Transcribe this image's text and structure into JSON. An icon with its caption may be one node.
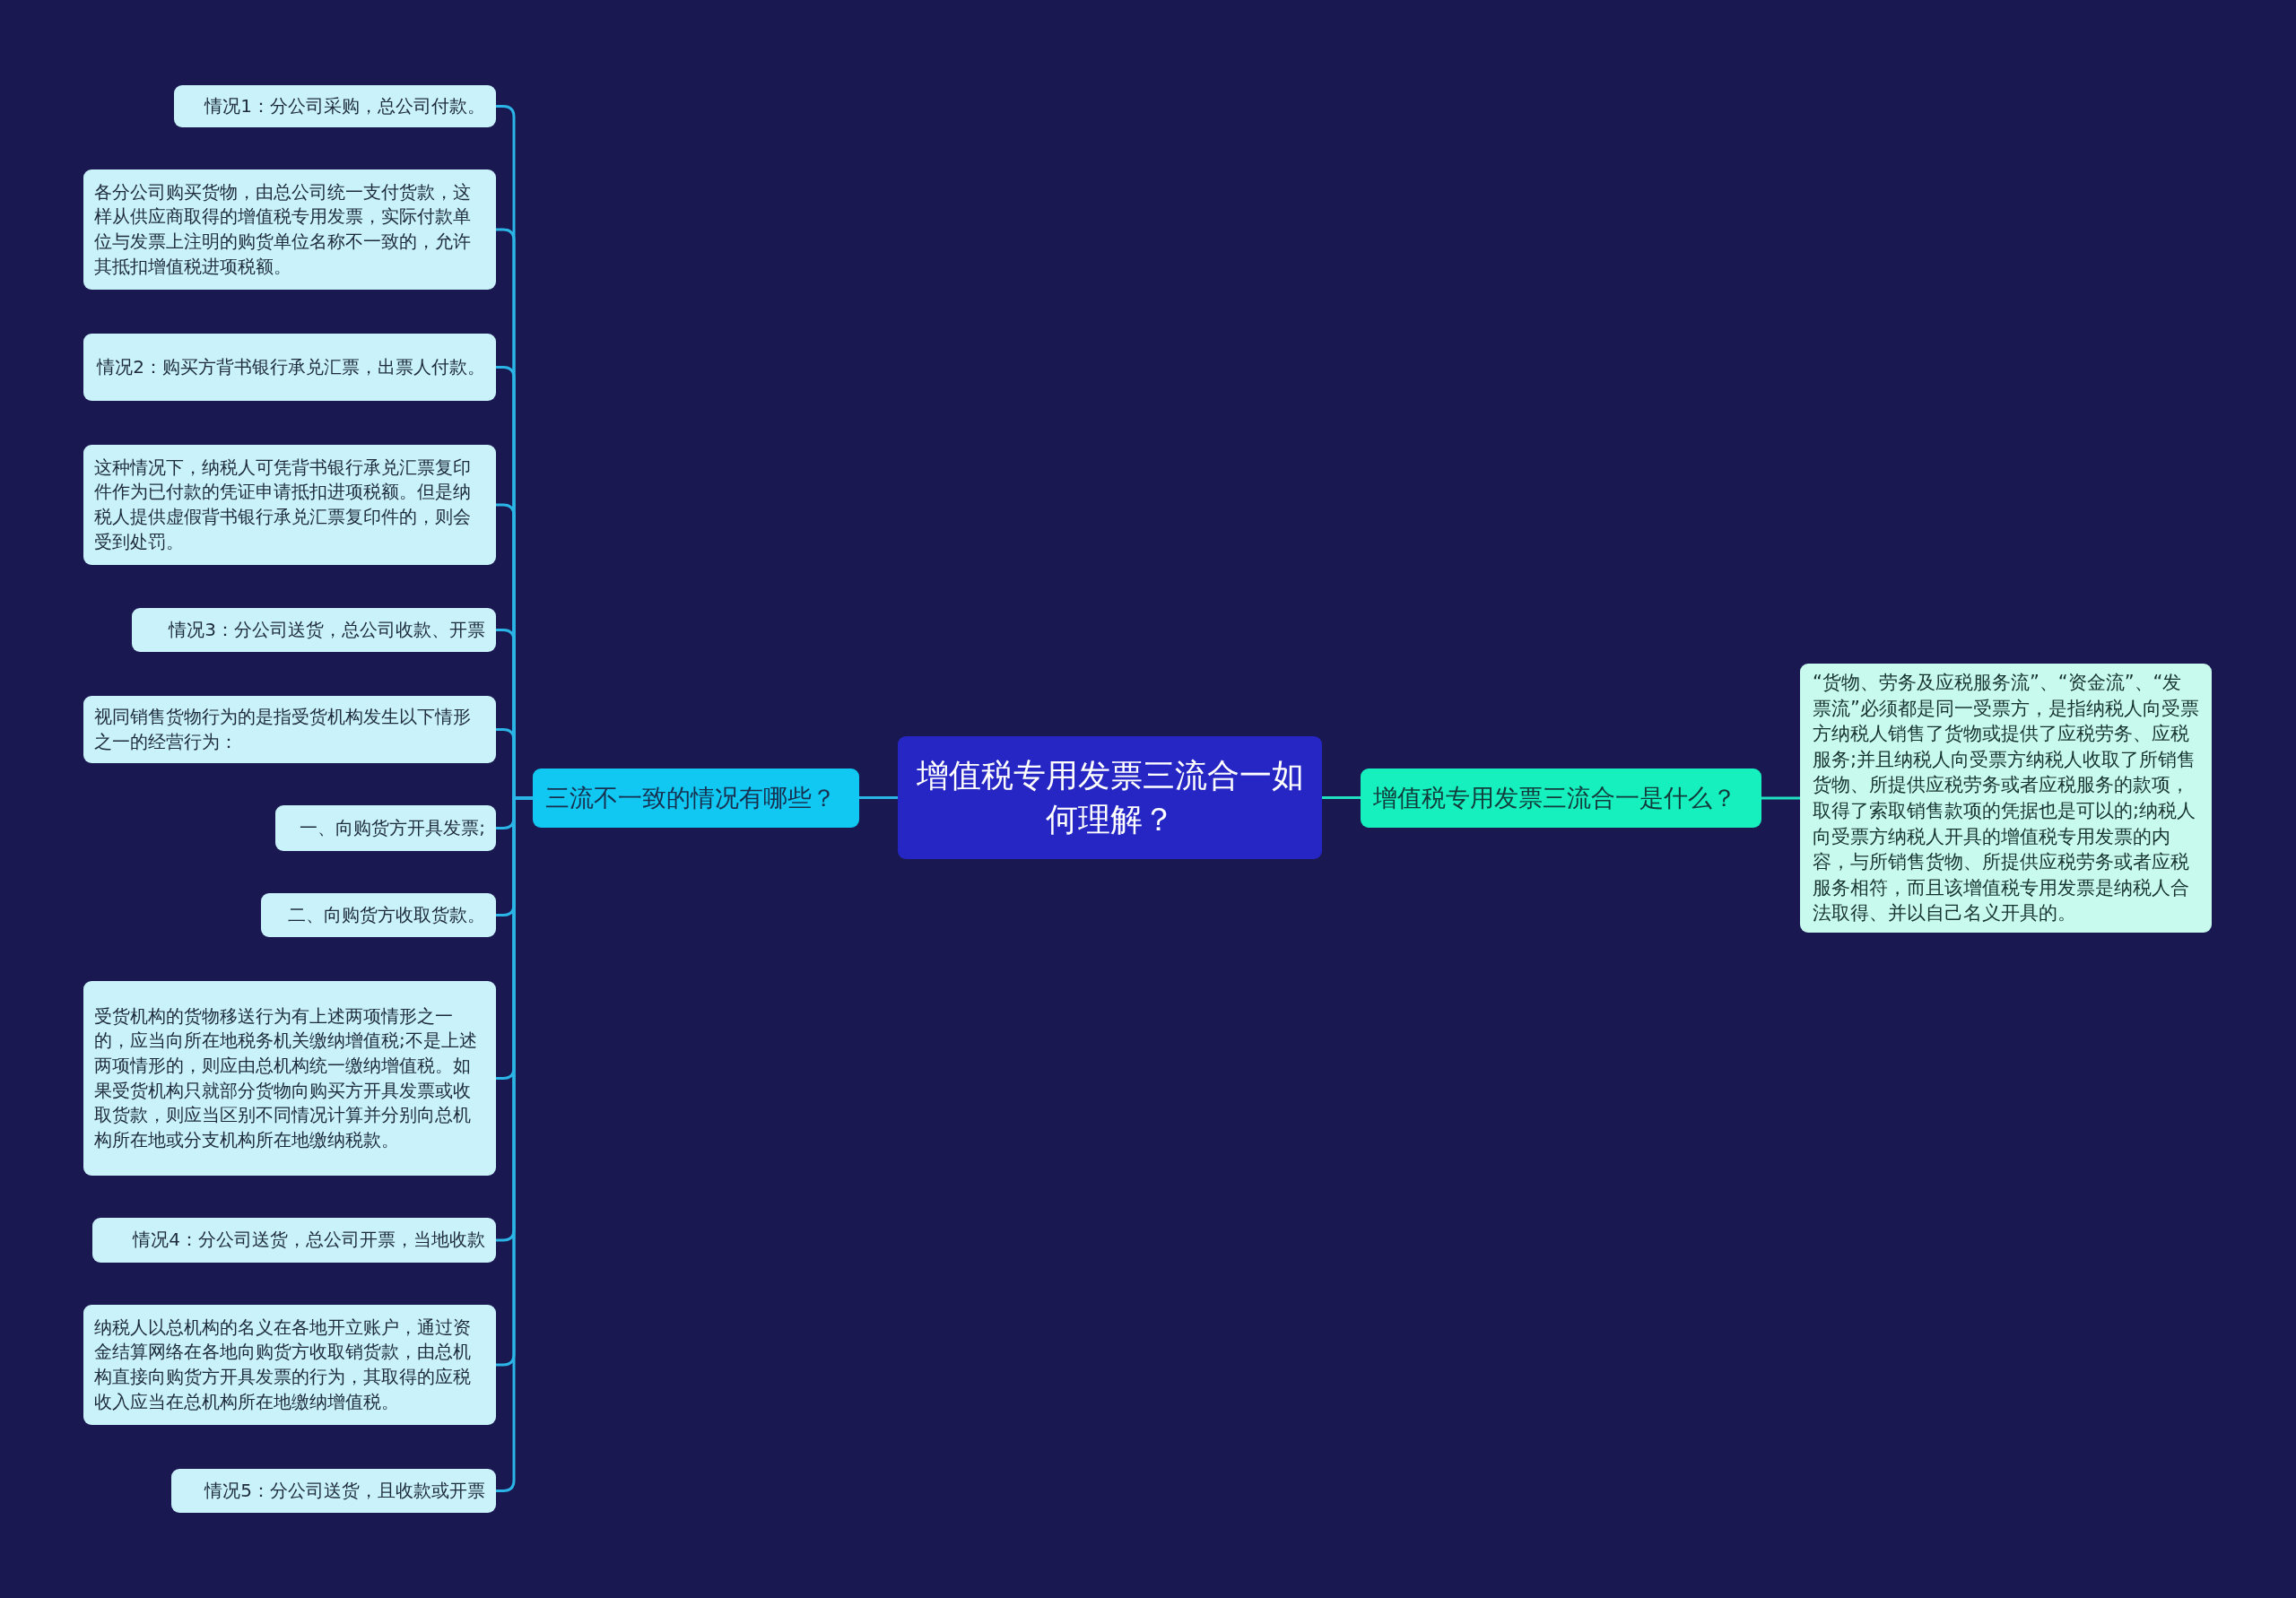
{
  "diagram": {
    "nodes": [
      {
        "text": [
          "增值税专用发票三流合一如何理解？"
        ]
      },
      {
        "text": [
          "三流不一致的情况有哪些？"
        ]
      },
      {
        "text": [
          "情况1：分公司采购，总公司付款。"
        ]
      },
      {
        "text": [
          "各分公司购买货物，由总公司统一支付货款，这样从供应商取得的增值税专用发票，实际付款单位与发票上注明的购货单位名称不一致的，允许其抵扣增值税进项税额。"
        ]
      },
      {
        "text": [
          "情况2：购买方背书银行承兑汇票，出票人付款。"
        ]
      },
      {
        "text": [
          "这种情况下，纳税人可凭背书银行承兑汇票复印件作为已付款的凭证申请抵扣进项税额。但是纳税人提供虚假背书银行承兑汇票复印件的，则会受到处罚。"
        ]
      },
      {
        "text": [
          "情况3：分公司送货，总公司收款、开票"
        ]
      },
      {
        "text": [
          "视同销售货物行为的是指受货机构发生以下情形之一的经营行为："
        ]
      },
      {
        "text": [
          "一、向购货方开具发票;"
        ]
      },
      {
        "text": [
          "二、向购货方收取货款。"
        ]
      },
      {
        "text": [
          "受货机构的货物移送行为有上述两项情形之一的，应当向所在地税务机关缴纳增值税;不是上述两项情形的，则应由总机构统一缴纳增值税。如果受货机构只就部分货物向购买方开具发票或收取货款，则应当区别不同情况计算并分别向总机构所在地或分支机构所在地缴纳税款。"
        ]
      },
      {
        "text": [
          "情况4：分公司送货，总公司开票，当地收款"
        ]
      },
      {
        "text": [
          "纳税人以总机构的名义在各地开立账户，通过资金结算网络在各地向购货方收取销货款，由总机构直接向购货方开具发票的行为，其取得的应税收入应当在总机构所在地缴纳增值税。"
        ]
      },
      {
        "text": [
          "情况5：分公司送货，且收款或开票"
        ]
      },
      {
        "text": [
          "增值税专用发票三流合一是什么？"
        ]
      },
      {
        "text": [
          "“货物、劳务及应税服务流”、“资金流”、“发票流”必须都是同一受票方，是指纳税人向受票方纳税人销售了货物或提供了应税劳务、应税服务;并且纳税人向受票方纳税人收取了所销售货物、所提供应税劳务或者应税服务的款项，取得了索取销售款项的凭据也是可以的;纳税人向受票方纳税人开具的增值税专用发票的内容，与所销售货物、所提供应税劳务或者应税服务相符，而且该增值税专用发票是纳税人合法取得、并以自己名义开具的。"
        ]
      }
    ],
    "edges": [
      {
        "from": 0,
        "to": 1,
        "arrow": "none"
      },
      {
        "from": 1,
        "to": 2,
        "arrow": "none"
      },
      {
        "from": 1,
        "to": 3,
        "arrow": "none"
      },
      {
        "from": 1,
        "to": 4,
        "arrow": "none"
      },
      {
        "from": 1,
        "to": 5,
        "arrow": "none"
      },
      {
        "from": 1,
        "to": 6,
        "arrow": "none"
      },
      {
        "from": 1,
        "to": 7,
        "arrow": "none"
      },
      {
        "from": 1,
        "to": 8,
        "arrow": "none"
      },
      {
        "from": 1,
        "to": 9,
        "arrow": "none"
      },
      {
        "from": 1,
        "to": 10,
        "arrow": "none"
      },
      {
        "from": 1,
        "to": 11,
        "arrow": "none"
      },
      {
        "from": 1,
        "to": 12,
        "arrow": "none"
      },
      {
        "from": 1,
        "to": 13,
        "arrow": "none"
      },
      {
        "from": 0,
        "to": 14,
        "arrow": "none",
        "color": "#1fe0c0"
      },
      {
        "from": 14,
        "to": 15,
        "arrow": "none",
        "color": "#1fe0c0"
      }
    ]
  }
}
